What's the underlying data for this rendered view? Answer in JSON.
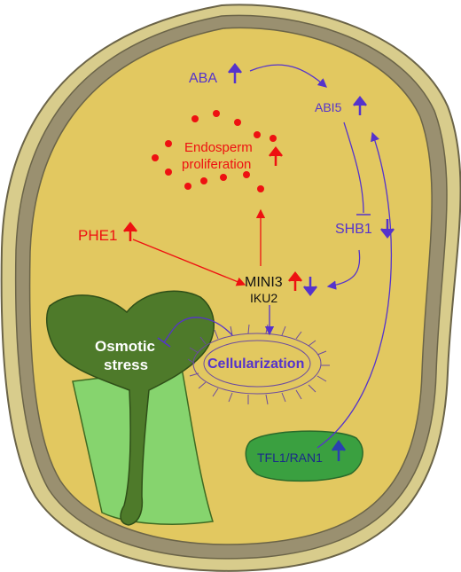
{
  "labels": {
    "aba": "ABA",
    "abi5": "ABI5",
    "endosperm_line1": "Endosperm",
    "endosperm_line2": "proliferation",
    "phe1": "PHE1",
    "shb1": "SHB1",
    "mini3": "MINI3",
    "iku2": "IKU2",
    "osmotic_line1": "Osmotic",
    "osmotic_line2": "stress",
    "cellularization": "Cellularization",
    "tfl1": "TFL1/RAN1"
  },
  "colors": {
    "seed_coat_outer": "#d8cc8c",
    "seed_coat_inner": "#9a9070",
    "endosperm": "#e2c860",
    "embryo_dark": "#4e7a2a",
    "embryo_light": "#86d46e",
    "tfl1_green": "#3aa040",
    "red": "#ee1111",
    "purple": "#5533cc",
    "black": "#111111",
    "white": "#ffffff"
  }
}
